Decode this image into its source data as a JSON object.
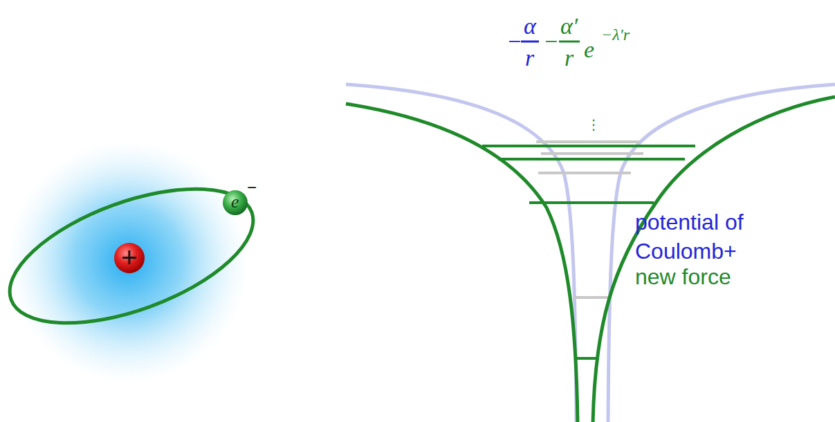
{
  "diagram": {
    "labels": [
      "−",
      "α",
      "r",
      "−",
      "α′",
      "r",
      "e",
      "−λ′r",
      "⋮",
      "potential of Coulomb+",
      "new force",
      "+",
      "e",
      "−"
    ]
  }
}
